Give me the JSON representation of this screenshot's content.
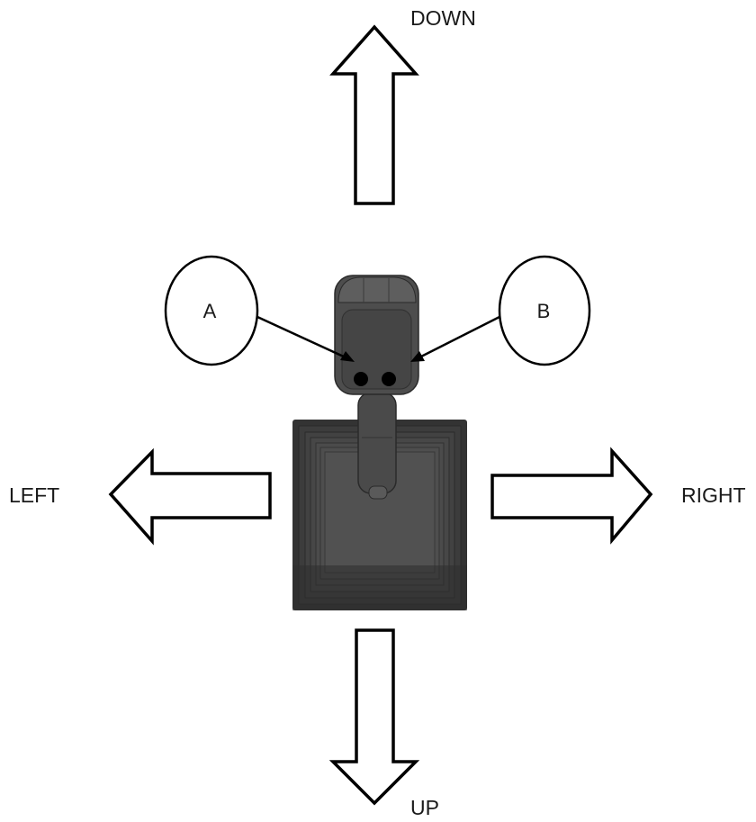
{
  "directions": {
    "top": "DOWN",
    "bottom": "UP",
    "left": "LEFT",
    "right": "RIGHT"
  },
  "callouts": {
    "left": "A",
    "right": "B"
  },
  "colors": {
    "arrow_stroke": "#000000",
    "arrow_fill": "#ffffff",
    "joystick_dark": "#3a3a3a",
    "joystick_mid": "#4a4a4a",
    "joystick_light": "#5a5a5a",
    "button": "#000000"
  }
}
